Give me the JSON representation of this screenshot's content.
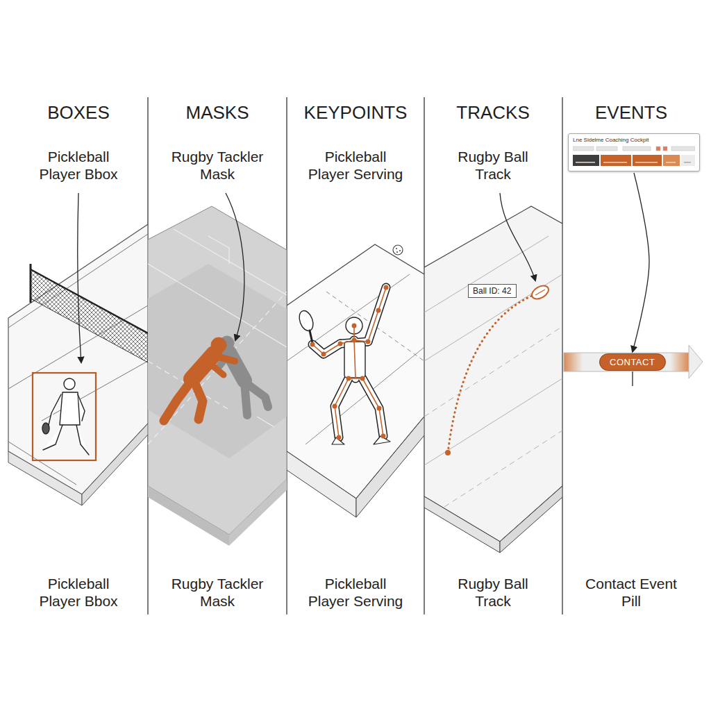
{
  "diagram": {
    "nodes": [
      {
        "text": [
          "Ball ID: 42"
        ]
      },
      {
        "text": [
          "Lne Sidelme Coaching Cockpit"
        ]
      },
      {
        "text": [
          "CONTACT"
        ]
      }
    ],
    "edges": [
      {
        "from": 1,
        "to": 2,
        "arrow": "to"
      }
    ],
    "labels": [
      "BOXES",
      "MASKS",
      "KEYPOINTS",
      "TRACKS",
      "EVENTS",
      "Pickleball Player Bbox",
      "Rugby Tackler Mask",
      "Pickleball Player Serving",
      "Rugby Ball Track",
      "Pickleball Player Bbox",
      "Rugby Tackler Mask",
      "Pickleball Player Serving",
      "Rugby Ball Track",
      "Contact Event Pill"
    ]
  }
}
